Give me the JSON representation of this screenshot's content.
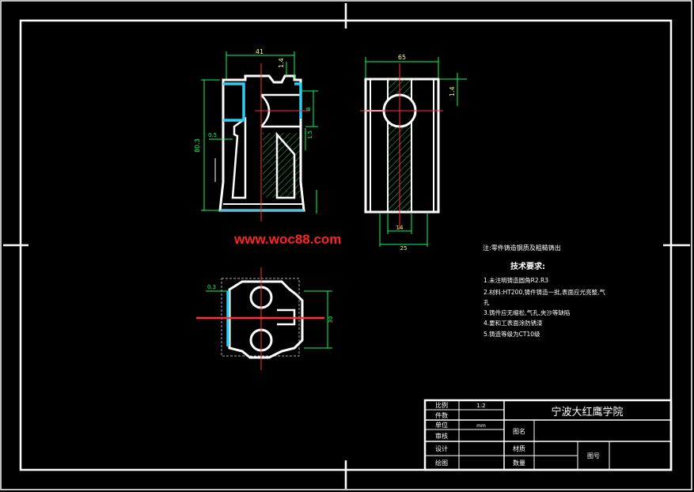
{
  "watermark": "www.woc88.com",
  "dims": {
    "front_top_width": "41",
    "front_top_right": "1.4",
    "front_height": "80.3",
    "front_left_small": "0.5",
    "front_right_small": "1.5",
    "front_right_mid": "8",
    "side_top_width": "65",
    "side_right_small": "1.4",
    "side_bottom_inner": "14",
    "side_bottom_outer": "25",
    "plan_left_small": "0.3",
    "plan_right_height": "30"
  },
  "notes": {
    "casting_note": "注:零件铸造钢质及粗糙铸出",
    "heading": "技术要求:",
    "items": [
      "1.未注明铸造圆角R2.R3",
      "2.材料:HT200,铸件铸造一批,表面应光亮整,气",
      "孔",
      "3.铸件应无缩松,气孔,夹沙等缺陷",
      "4.要和工表面涂防锈漆",
      "5.铸造等级为CT10级"
    ]
  },
  "title_block": {
    "school": "宁波大红鹰学院",
    "rows": [
      {
        "label": "比例",
        "value": "1:2"
      },
      {
        "label": "件数",
        "value": ""
      },
      {
        "label": "单位",
        "value": "mm"
      },
      {
        "label": "审核",
        "value": ""
      },
      {
        "label": "设计",
        "value": ""
      },
      {
        "label": "绘图",
        "value": ""
      }
    ],
    "drawing_name_label": "图名",
    "material_label": "材质",
    "quantity_label": "数量",
    "drawing_no_label": "图号"
  }
}
